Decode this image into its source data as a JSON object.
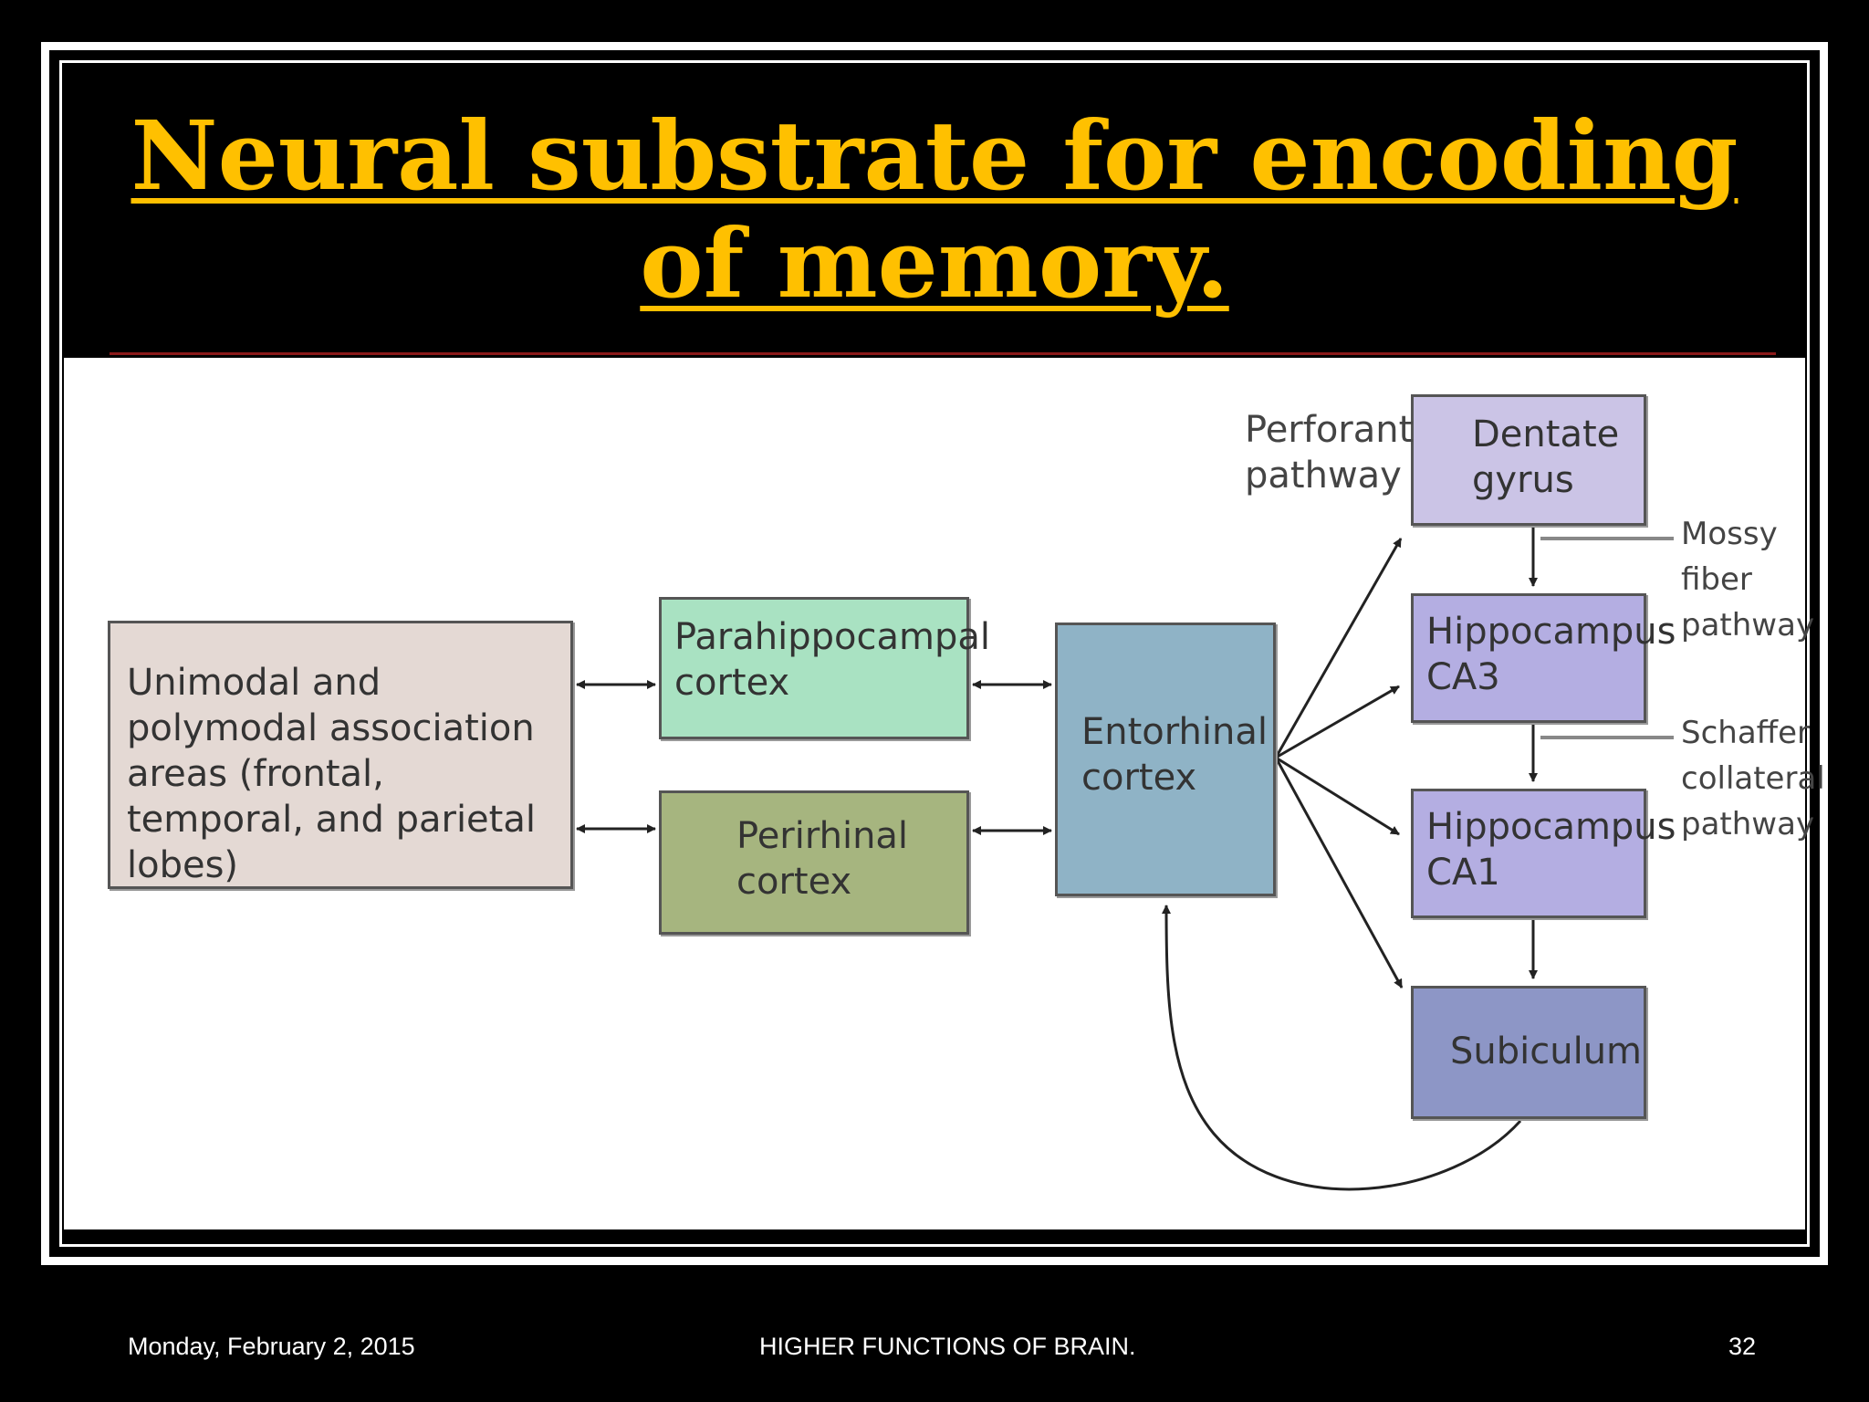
{
  "slide": {
    "title": "Neural substrate for encoding of memory."
  },
  "diagram": {
    "boxes": {
      "association": "Unimodal and polymodal association areas (frontal, temporal, and parietal lobes)",
      "parahippocampal": "Parahippocampal cortex",
      "perirhinal": "Perirhinal cortex",
      "entorhinal": "Entorhinal cortex",
      "dentate": "Dentate gyrus",
      "ca3": "Hippocampus CA3",
      "ca1": "Hippocampus CA1",
      "subiculum": "Subiculum"
    },
    "labels": {
      "perforant": "Perforant pathway",
      "mossy": "Mossy fiber pathway",
      "schaffer": "Schaffer collateral pathway"
    },
    "colors": {
      "association": "#e4d9d4",
      "parahippocampal": "#a9e2c2",
      "perirhinal": "#a6b57f",
      "entorhinal": "#8fb3c6",
      "dentate": "#cbc4e6",
      "ca3": "#b4aee2",
      "ca1": "#b4aee2",
      "subiculum": "#8d96c6"
    }
  },
  "footer": {
    "date": "Monday, February 2, 2015",
    "course": "HIGHER FUNCTIONS OF BRAIN.",
    "page_number": "32"
  }
}
